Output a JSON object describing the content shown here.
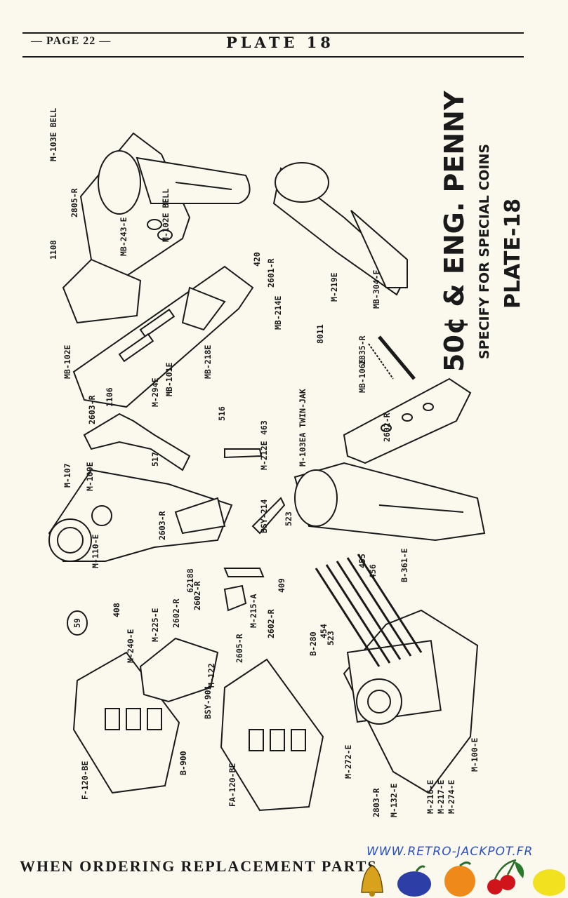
{
  "header": {
    "page": "— PAGE 22 —",
    "plate": "PLATE 18"
  },
  "title": {
    "line1": "50¢ & ENG. PENNY",
    "line2": "SPECIFY FOR SPECIAL COINS",
    "line3": "PLATE-18"
  },
  "circle_number": "59",
  "parts": [
    "M-103E BELL",
    "2805-R",
    "1108",
    "MB-243-E",
    "M-102E BELL",
    "420",
    "2601-R",
    "M-219E",
    "MB-304-E",
    "2835-R",
    "MB-106E",
    "8011",
    "MB-214E",
    "MB-102E",
    "MB-101E",
    "MB-218E",
    "2603-R",
    "1106",
    "M-294E",
    "516",
    "463",
    "M-103EA TWIN-JAK",
    "2602-R",
    "M-107",
    "M-109E",
    "517",
    "M-212E",
    "523",
    "BSY-214",
    "M-110-E",
    "2603-R",
    "455",
    "456",
    "B-361-E",
    "408",
    "62188",
    "2602-R",
    "2602-R",
    "409",
    "M-215-A",
    "2602-R",
    "454",
    "M-240-E",
    "M-225-E",
    "2605-R",
    "B-280",
    "523",
    "M-122",
    "BSY-901",
    "F-120-BE",
    "B-900",
    "FA-120-BE",
    "M-272-E",
    "M-100-E",
    "2803-R",
    "M-132-E",
    "M-216-E",
    "M-217-E",
    "M-274-E"
  ],
  "footer": "WHEN ORDERING REPLACEMENT PARTS",
  "watermark": {
    "site": "WWW.RETRO-JACKPOT.FR",
    "icons": [
      "bell-icon",
      "plum-icon",
      "orange-icon",
      "cherry-icon",
      "lemon-icon"
    ]
  }
}
